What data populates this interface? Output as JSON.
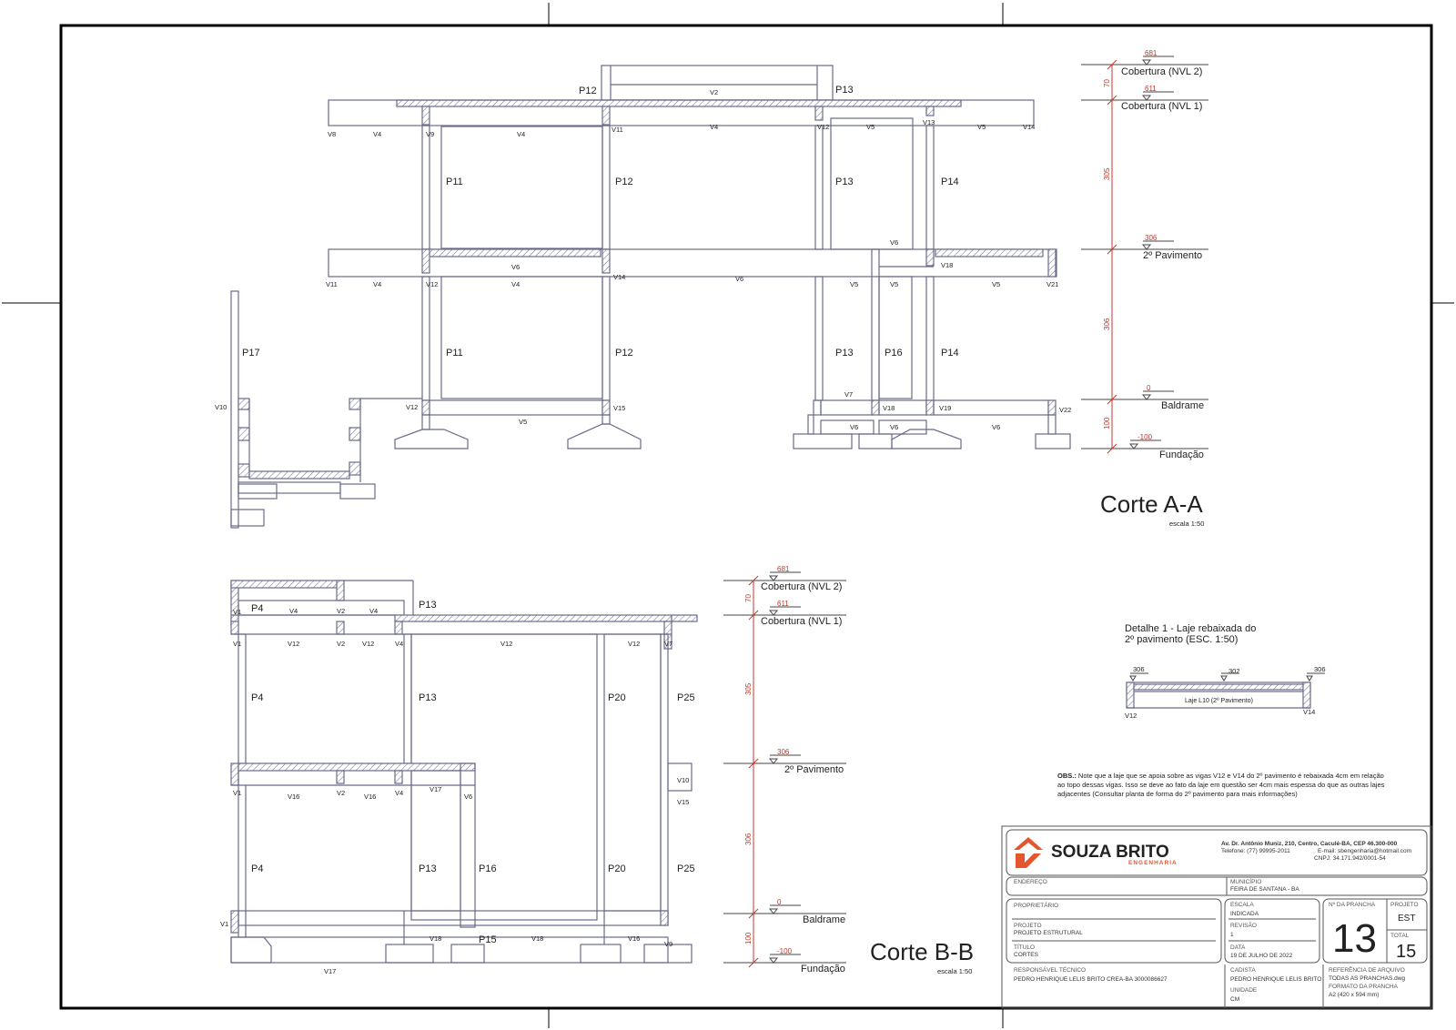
{
  "section_aa": {
    "title": "Corte A-A",
    "scale": "escala 1:50",
    "levels": [
      {
        "elev": "681",
        "label": "Cobertura (NVL 2)"
      },
      {
        "elev": "611",
        "label": "Cobertura (NVL 1)"
      },
      {
        "elev": "306",
        "label": "2º Pavimento"
      },
      {
        "elev": "0",
        "label": "Baldrame"
      },
      {
        "elev": "-100",
        "label": "Fundação"
      }
    ],
    "dims": [
      "70",
      "305",
      "306",
      "100"
    ],
    "pillars": {
      "p12_top": "P12",
      "p13_top": "P13",
      "p11_a": "P11",
      "p12_a": "P12",
      "p13_a": "P13",
      "p14_a": "P14",
      "p11_b": "P11",
      "p12_b": "P12",
      "p13_b": "P13",
      "p16_b": "P16",
      "p14_b": "P14",
      "p17": "P17"
    },
    "beams": {
      "v2": "V2",
      "r1": [
        "V8",
        "V4",
        "V9",
        "V4",
        "V11",
        "V4",
        "V12",
        "V5",
        "V13",
        "V5",
        "V14"
      ],
      "v6_mid": "V6",
      "r2": [
        "V11",
        "V4",
        "V12",
        "V6",
        "V4",
        "V14",
        "V6",
        "V5",
        "V5",
        "V18",
        "V5",
        "V21"
      ],
      "r3": [
        "V10",
        "V12",
        "V5",
        "V15",
        "V7",
        "V18",
        "V19",
        "V22",
        "V6",
        "V6",
        "V6"
      ]
    }
  },
  "section_bb": {
    "title": "Corte B-B",
    "scale": "escala 1:50",
    "levels": [
      {
        "elev": "681",
        "label": "Cobertura (NVL 2)"
      },
      {
        "elev": "611",
        "label": "Cobertura (NVL 1)"
      },
      {
        "elev": "306",
        "label": "2º Pavimento"
      },
      {
        "elev": "0",
        "label": "Baldrame"
      },
      {
        "elev": "-100",
        "label": "Fundação"
      }
    ],
    "dims": [
      "70",
      "305",
      "306",
      "100"
    ],
    "pillars": {
      "p4_top": "P4",
      "p13_top": "P13",
      "p4_a": "P4",
      "p13_a": "P13",
      "p20_a": "P20",
      "p25_a": "P25",
      "p4_b": "P4",
      "p13_b": "P13",
      "p16_b": "P16",
      "p20_b": "P20",
      "p25_b": "P25",
      "p15": "P15"
    },
    "beams": {
      "r0": [
        "V1",
        "V4",
        "V2",
        "V4"
      ],
      "r1": [
        "V1",
        "V12",
        "V2",
        "V12",
        "V4",
        "V12",
        "V12",
        "V7"
      ],
      "r2": [
        "V1",
        "V16",
        "V2",
        "V16",
        "V4",
        "V17",
        "V6",
        "V10",
        "V15"
      ],
      "r3": [
        "V1",
        "V18",
        "V18",
        "V16",
        "V9",
        "V17"
      ]
    }
  },
  "detail": {
    "title_line1": "Detalhe 1 - Laje rebaixada do",
    "title_line2": "2º pavimento (ESC. 1:50)",
    "elev_left": "306",
    "elev_mid": "302",
    "elev_right": "306",
    "slab_label": "Laje L10 (2º Pavimento)",
    "beam_left": "V12",
    "beam_right": "V14"
  },
  "obs": {
    "label": "OBS.:",
    "line1": " Note que a laje que se apoia sobre as vigas V12 e V14 do 2º pavimento é rebaixada 4cm em relação",
    "line2": "ao topo dessas vigas. Isso se deve ao fato da laje em questão ser 4cm mais espessa do que as outras lajes",
    "line3": "adjacentes (Consultar planta de forma do 2º pavimento para mais informações)"
  },
  "title_block": {
    "company": "SOUZA BRITO",
    "company_sub": "ENGENHARIA",
    "address": "Av. Dr. Antônio Muniz, 210, Centro, Caculé-BA, CEP 46.300-000",
    "phone": "Telefone: (77) 99995-2011",
    "email": "E-mail: sbengenharia@hotmail.com",
    "cnpj": "CNPJ: 34.171.942/0001-54",
    "endereco_label": "ENDEREÇO",
    "municipio_label": "MUNICÍPIO",
    "municipio": "FEIRA DE SANTANA - BA",
    "proprietario_label": "PROPRIETÁRIO",
    "projeto_label": "PROJETO",
    "projeto": "PROJETO ESTRUTURAL",
    "titulo_label": "TÍTULO",
    "titulo": "CORTES",
    "escala_label": "ESCALA",
    "escala": "INDICADA",
    "revisao_label": "REVISÃO",
    "revisao": "1",
    "data_label": "DATA",
    "data": "19 DE JULHO DE 2022",
    "prancha_label": "Nº DA PRANCHA",
    "prancha": "13",
    "projeto_code_label": "PROJETO",
    "projeto_code": "EST",
    "total_label": "TOTAL",
    "total": "15",
    "resp_label": "RESPONSÁVEL TÉCNICO",
    "resp": "PEDRO HENRIQUE LELIS BRITO CREA-BA 3000086627",
    "cadista_label": "CADISTA",
    "cadista": "PEDRO HENRIQUE LELIS BRITO",
    "unidade_label": "UNIDADE",
    "unidade": "CM",
    "ref_label": "REFERÊNCIA DE ARQUIVO",
    "ref": "TODAS AS PRANCHAS.dwg",
    "formato_label": "FORMATO DA PRANCHA",
    "formato": "A2 (420 x 594 mm)"
  }
}
